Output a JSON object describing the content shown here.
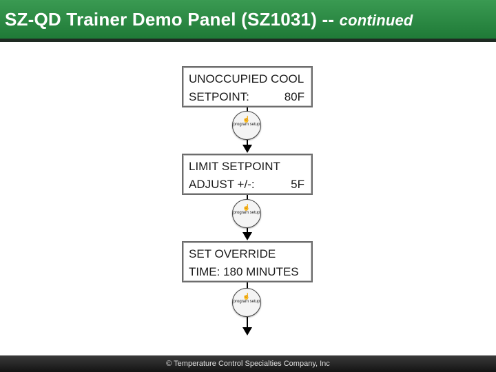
{
  "header": {
    "title": "SZ-QD Trainer Demo Panel (SZ1031) --",
    "title_suffix": "continued"
  },
  "screens": [
    {
      "line1": "UNOCCUPIED COOL",
      "line2_label": "SETPOINT:",
      "line2_value": "80F"
    },
    {
      "line1": "LIMIT SETPOINT",
      "line2_label": "ADJUST +/-:",
      "line2_value": "5F"
    },
    {
      "line1": "SET OVERRIDE",
      "line2_label": "TIME: 180 MINUTES",
      "line2_value": ""
    }
  ],
  "buttons": [
    {
      "icon": "hand-icon",
      "label": "program setup"
    },
    {
      "icon": "hand-icon",
      "label": "program setup"
    },
    {
      "icon": "hand-icon",
      "label": "program setup"
    }
  ],
  "footer": {
    "copyright": "© Temperature Control Specialties Company, Inc"
  },
  "colors": {
    "header_green": "#2a8a45",
    "footer_dark": "#1a1a1a"
  }
}
